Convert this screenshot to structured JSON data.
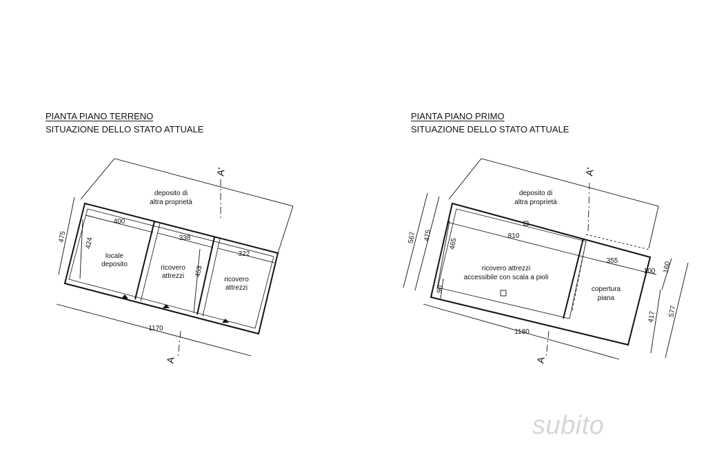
{
  "left_plan": {
    "title": "PIANTA PIANO TERRENO",
    "subtitle": "SITUAZIONE DELLO STATO ATTUALE",
    "section_top": "A'",
    "section_bottom": "A",
    "neighbor_label": [
      "deposito di",
      "altra proprietà"
    ],
    "rooms": [
      {
        "name": [
          "locale",
          "deposito"
        ]
      },
      {
        "name": [
          "ricovero",
          "attrezzi"
        ]
      },
      {
        "name": [
          "ricovero",
          "attrezzi"
        ]
      }
    ],
    "dims": {
      "d475": "475",
      "d424": "424",
      "d400": "400",
      "d338": "338",
      "d453": "453",
      "d322": "322",
      "d1170": "1170"
    }
  },
  "right_plan": {
    "title": "PIANTA PIANO PRIMO",
    "subtitle": "SITUAZIONE DELLO STATO ATTUALE",
    "section_top": "A'",
    "section_bottom": "A",
    "neighbor_label": [
      "deposito di",
      "altra proprietà"
    ],
    "rooms": [
      {
        "name": [
          "ricovero attrezzi",
          "accessibile con scala a pioli"
        ]
      },
      {
        "name": [
          "copertura",
          "piana"
        ]
      }
    ],
    "dims": {
      "d567": "567",
      "d475": "475",
      "d465": "465",
      "d90": "90",
      "d810": "810",
      "d355": "355",
      "d100": "100",
      "d160": "160",
      "d417": "417",
      "d577": "577",
      "d1180": "1180"
    }
  },
  "watermark": "subito",
  "colors": {
    "line": "#111111",
    "wall": "#000000",
    "watermark": "#d6d6d6"
  }
}
